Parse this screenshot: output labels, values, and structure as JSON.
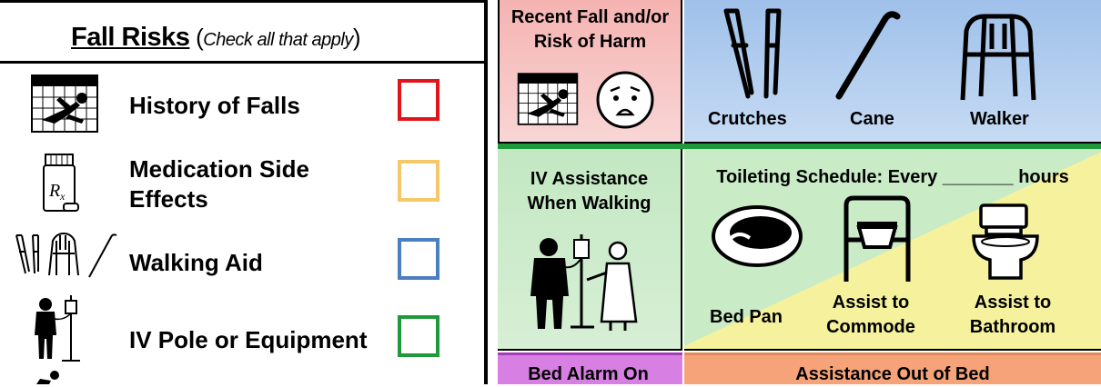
{
  "fall_risks": {
    "title": "Fall Risks",
    "subtitle": "Check all that apply",
    "items": [
      {
        "label": "History of Falls",
        "box_color": "#e0141a",
        "icon": "falling-person-calendar-icon"
      },
      {
        "label_line1": "Medication Side",
        "label_line2": "Effects",
        "box_color": "#f5c96a",
        "icon": "prescription-bottle-icon"
      },
      {
        "label": "Walking Aid",
        "box_color": "#4a7fc0",
        "icon": "walking-aids-icon"
      },
      {
        "label": "IV Pole or Equipment",
        "box_color": "#1e9a3a",
        "icon": "iv-pole-person-icon"
      }
    ]
  },
  "panels": {
    "recent_fall": {
      "line1": "Recent Fall and/or",
      "line2": "Risk of Harm",
      "bg": "#f2b6b6"
    },
    "walking_aids": {
      "crutches": "Crutches",
      "cane": "Cane",
      "walker": "Walker"
    },
    "iv_assist": {
      "line1": "IV Assistance",
      "line2": "When Walking"
    },
    "toileting": {
      "schedule": "Toileting Schedule: Every _______ hours",
      "bed_pan": "Bed Pan",
      "commode_line1": "Assist to",
      "commode_line2": "Commode",
      "bathroom_line1": "Assist to",
      "bathroom_line2": "Bathroom"
    },
    "bed_alarm": {
      "label": "Bed Alarm On"
    },
    "assist_bed": {
      "label": "Assistance Out of Bed"
    }
  },
  "colors": {
    "red_panel": "#f4b0ae",
    "blue_panel": "#a9c6ea",
    "green_panel": "#c8ebc7",
    "yellow_panel": "#f6f1a0",
    "purple_panel": "#d47fe0",
    "orange_panel": "#f6a37a"
  }
}
